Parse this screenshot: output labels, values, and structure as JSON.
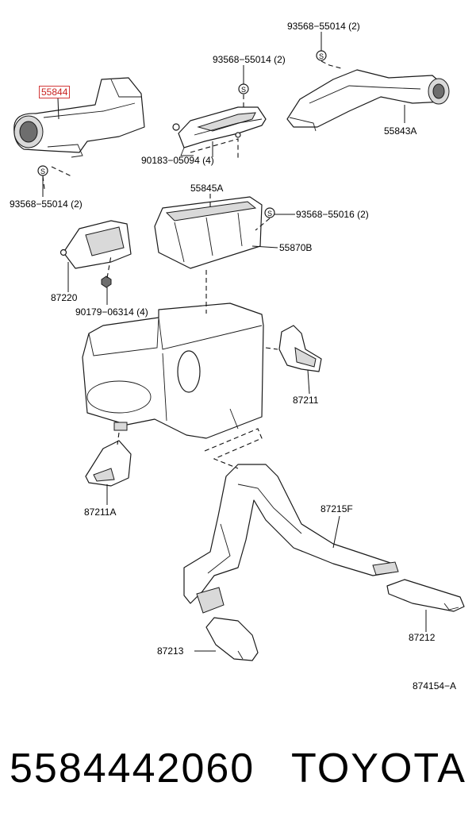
{
  "labels": {
    "p55844": "55844",
    "p93568_top": "93568−55014 (2)",
    "p93568_mid": "93568−55014 (2)",
    "p55843A": "55843A",
    "p90183": "90183−05094 (4)",
    "p55845A": "55845A",
    "p93568_left": "93568−55014 (2)",
    "p93568_55016": "93568−55016 (2)",
    "p55870B": "55870B",
    "p87220": "87220",
    "p90179": "90179−06314 (4)",
    "p87211": "87211",
    "p87211A": "87211A",
    "p87215F": "87215F",
    "p87212": "87212",
    "p87213": "87213",
    "diagram_code": "874154−A"
  },
  "footer": {
    "part_number": "5584442060",
    "brand": "TOYOTA"
  },
  "colors": {
    "highlight": "#d33a3a",
    "line": "#1a1a1a"
  },
  "icons": {
    "clip": "s-clip-icon",
    "nut": "nut-icon"
  }
}
